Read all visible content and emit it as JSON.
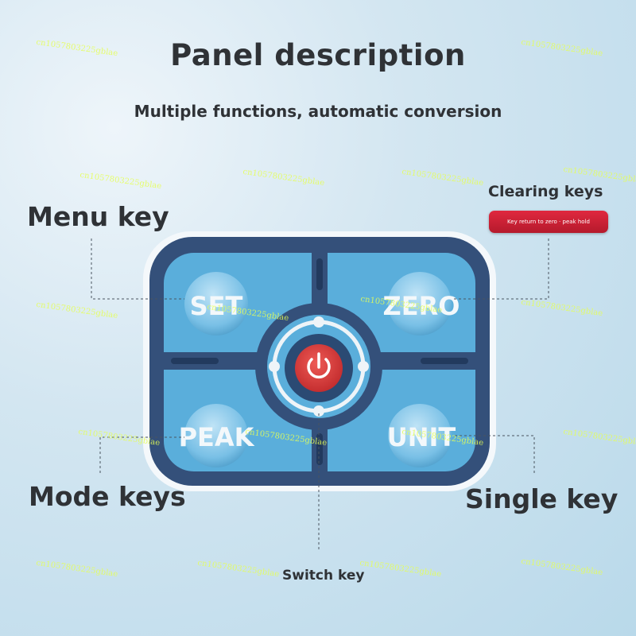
{
  "title": "Panel description",
  "subtitle": "Multiple functions, automatic conversion",
  "labels": {
    "menu": "Menu key",
    "clearing": "Clearing keys",
    "clearing_pill": "Key return to zero · peak hold",
    "mode": "Mode keys",
    "single": "Single key",
    "switch": "Switch key"
  },
  "buttons": {
    "set": "SET",
    "zero": "ZERO",
    "peak": "PEAK",
    "unit": "UNIT"
  },
  "watermark": "cn1057803225gblae",
  "colors": {
    "frame": "#34507a",
    "panel": "#5aaedb",
    "power": "#d9383a",
    "pill": "#d42238"
  }
}
